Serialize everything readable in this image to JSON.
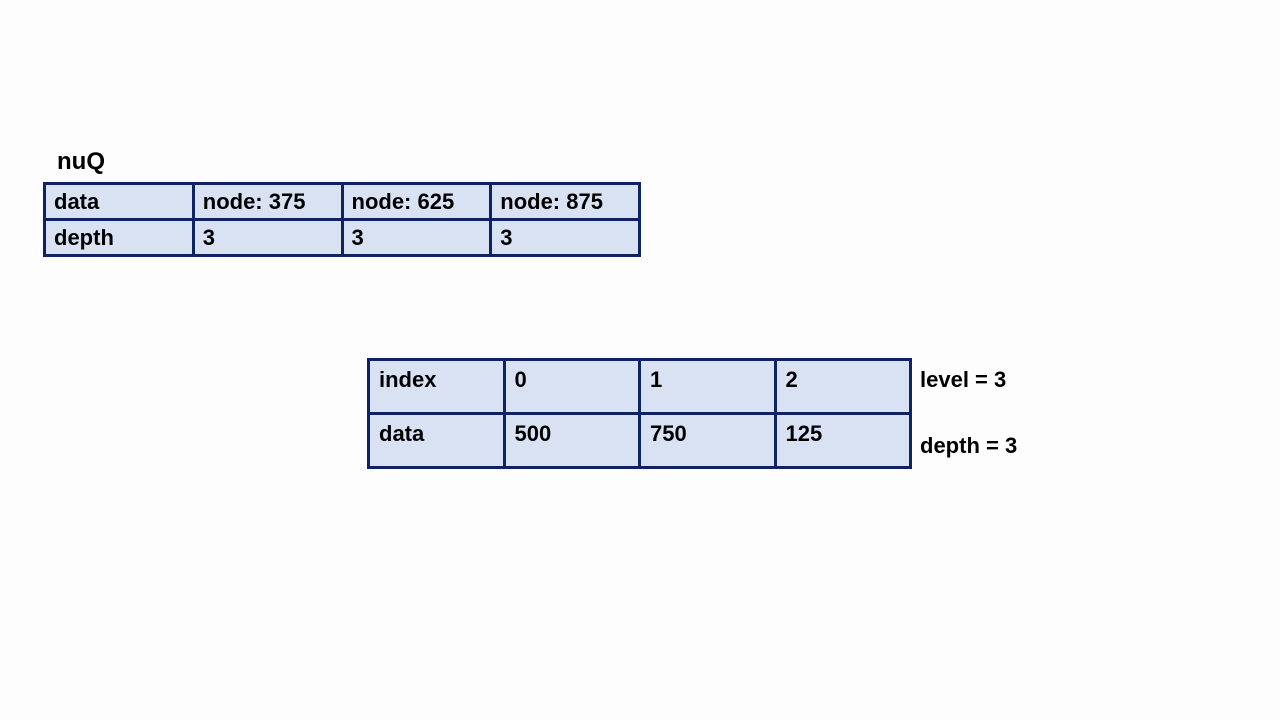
{
  "queue": {
    "title": "nuQ",
    "rows": [
      [
        "data",
        "node: 375",
        "node: 625",
        "node: 875"
      ],
      [
        "depth",
        "3",
        "3",
        "3"
      ]
    ]
  },
  "array": {
    "rows": [
      [
        "index",
        "0",
        "1",
        "2"
      ],
      [
        "data",
        "500",
        "750",
        "125"
      ]
    ],
    "level_label": "level = 3",
    "depth_label": "depth = 3"
  }
}
